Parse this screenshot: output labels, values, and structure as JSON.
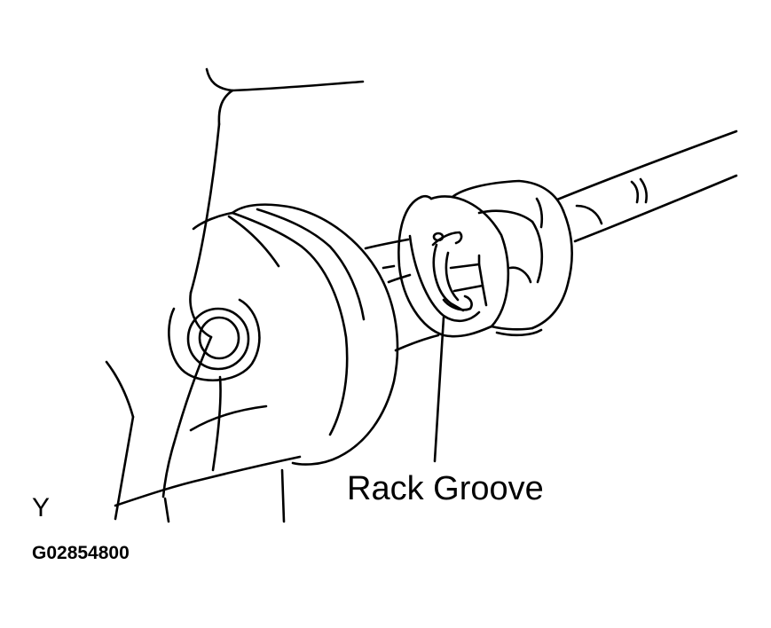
{
  "diagram": {
    "callout_label": "Rack Groove",
    "view_letter": "Y",
    "figure_code": "G02854800",
    "line_color": "#000000",
    "background_color": "#ffffff"
  }
}
